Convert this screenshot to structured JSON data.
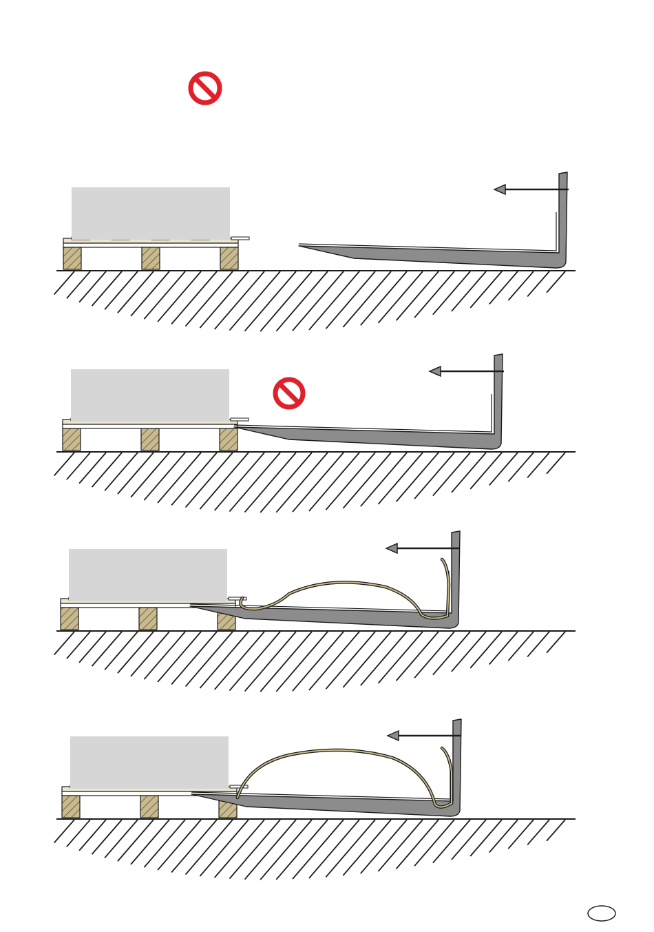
{
  "colors": {
    "prohibition": "#e0202a",
    "load": "#d6d6d6",
    "fork": "#8c8c8c",
    "outline": "#1a1a1a",
    "wood": "#c8b98e",
    "deck": "#ece6cf",
    "sleeve": "#c9b98a"
  },
  "icons": [
    "prohibition-icon",
    "arrow-left-icon",
    "page-number-badge"
  ],
  "panels": [
    {
      "name": "panel-1",
      "prohibited": true,
      "fork_state": "approaching-flat"
    },
    {
      "name": "panel-2",
      "prohibited": true,
      "fork_state": "touching-pallet"
    },
    {
      "name": "panel-3",
      "prohibited": false,
      "fork_state": "inserted-sleeve-buckling"
    },
    {
      "name": "panel-4",
      "prohibited": false,
      "fork_state": "inserted-sleeve-bulging"
    }
  ]
}
